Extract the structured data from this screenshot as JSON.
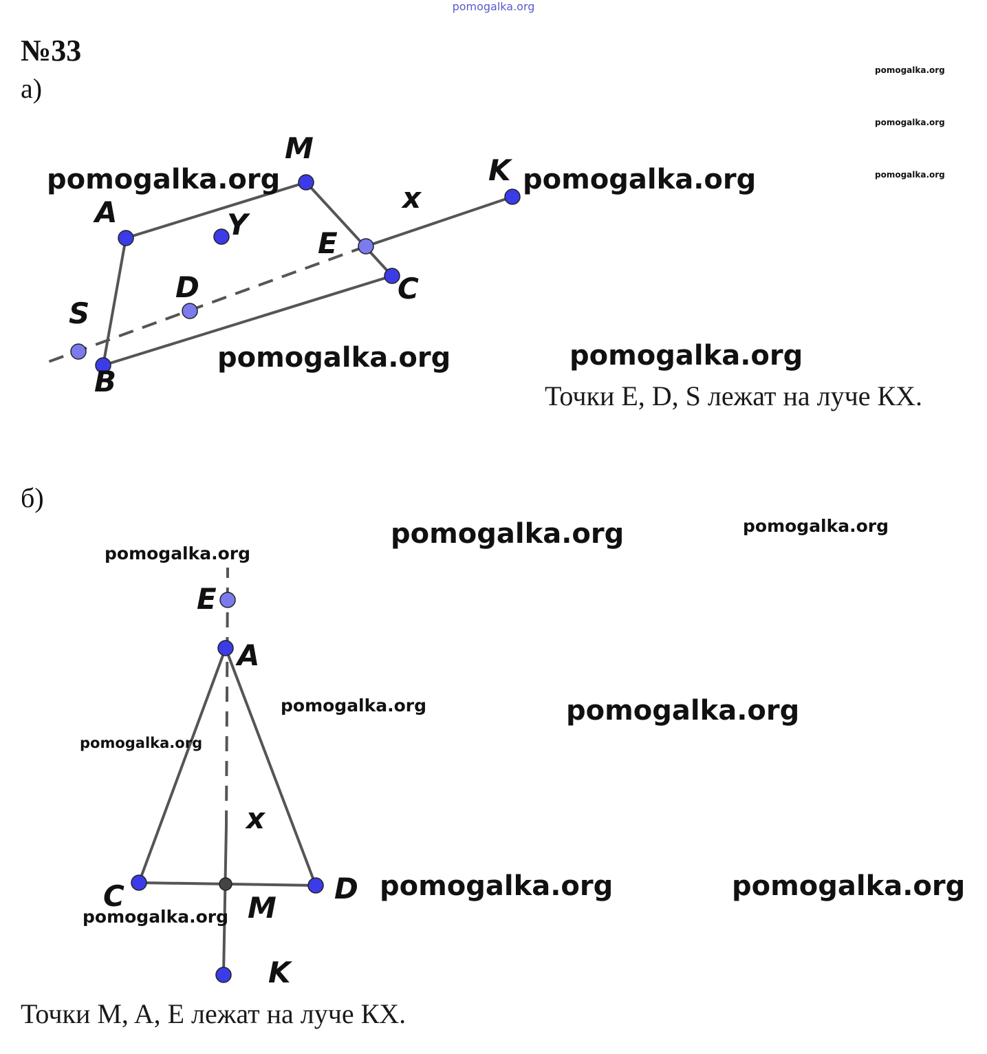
{
  "watermark_site": "pomogalka.org",
  "task_title": "№33",
  "part_a": {
    "label": "а)",
    "points": {
      "M": "M",
      "K": "K",
      "A": "A",
      "x": "x",
      "Y": "Y",
      "E": "E",
      "D": "D",
      "C": "C",
      "S": "S",
      "B": "B"
    },
    "answer": "Точки E, D, S лежат на луче КХ."
  },
  "part_b": {
    "label": "б)",
    "points": {
      "E": "E",
      "A": "A",
      "x": "x",
      "C": "C",
      "D": "D",
      "M": "M",
      "K": "K"
    },
    "answer": "Точки M, A, E лежат на луче КХ."
  },
  "colors": {
    "point": "#3b3be8",
    "point_light": "#7b7bee",
    "line": "#555555",
    "watermark_top": "#5a5acd"
  }
}
